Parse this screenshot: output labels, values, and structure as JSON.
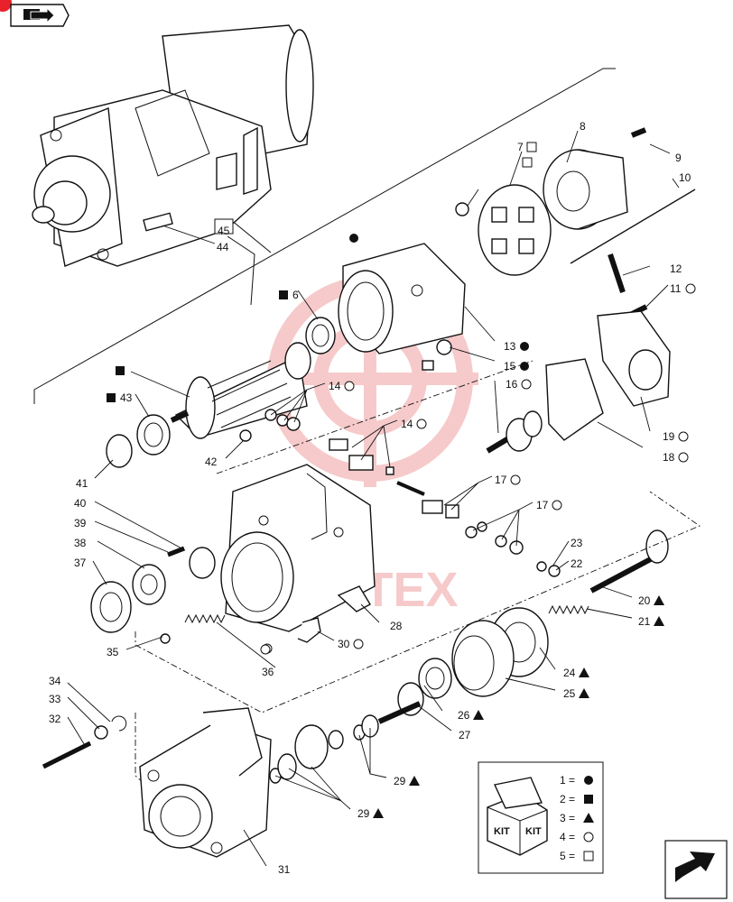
{
  "watermark": {
    "text": "VMHTEX",
    "color": "#e86a6a"
  },
  "colors": {
    "line": "#111111",
    "watermark": "#e86a6a",
    "nav_corner": "#e8212a"
  },
  "nav": {
    "back_icon": "book-arrow-icon",
    "next_icon": "next-arrow-icon"
  },
  "callouts": [
    {
      "n": "1",
      "label": "8",
      "sym": "none"
    },
    {
      "n": "2",
      "label": "7",
      "sym": "square"
    },
    {
      "n": "3",
      "label": "9",
      "sym": "none"
    },
    {
      "n": "4",
      "label": "10",
      "sym": "none"
    },
    {
      "n": "5",
      "label": "12",
      "sym": "none"
    },
    {
      "n": "6",
      "label": "11",
      "sym": "circle"
    },
    {
      "n": "7",
      "label": "6",
      "sym": "square"
    },
    {
      "n": "8",
      "label": "13",
      "sym": "dot"
    },
    {
      "n": "9",
      "label": "15",
      "sym": "dot"
    },
    {
      "n": "10",
      "label": "16",
      "sym": "circle"
    },
    {
      "n": "11",
      "label": "14",
      "sym": "circle"
    },
    {
      "n": "12",
      "label": "43",
      "sym": "square"
    },
    {
      "n": "13",
      "label": "14",
      "sym": "circle"
    },
    {
      "n": "14",
      "label": "42",
      "sym": "none"
    },
    {
      "n": "15",
      "label": "41",
      "sym": "none"
    },
    {
      "n": "16",
      "label": "17",
      "sym": "circle"
    },
    {
      "n": "17",
      "label": "17",
      "sym": "circle"
    },
    {
      "n": "18",
      "label": "19",
      "sym": "circle"
    },
    {
      "n": "19",
      "label": "18",
      "sym": "circle"
    },
    {
      "n": "20",
      "label": "40",
      "sym": "none"
    },
    {
      "n": "21",
      "label": "39",
      "sym": "none"
    },
    {
      "n": "22",
      "label": "38",
      "sym": "none"
    },
    {
      "n": "23",
      "label": "37",
      "sym": "none"
    },
    {
      "n": "24",
      "label": "23",
      "sym": "none"
    },
    {
      "n": "25",
      "label": "22",
      "sym": "none"
    },
    {
      "n": "26",
      "label": "20",
      "sym": "triangle"
    },
    {
      "n": "27",
      "label": "21",
      "sym": "triangle"
    },
    {
      "n": "28",
      "label": "28",
      "sym": "none"
    },
    {
      "n": "29",
      "label": "35",
      "sym": "none"
    },
    {
      "n": "30",
      "label": "30",
      "sym": "circle"
    },
    {
      "n": "31",
      "label": "36",
      "sym": "none"
    },
    {
      "n": "32",
      "label": "24",
      "sym": "triangle"
    },
    {
      "n": "33",
      "label": "25",
      "sym": "triangle"
    },
    {
      "n": "34",
      "label": "26",
      "sym": "triangle"
    },
    {
      "n": "35",
      "label": "27",
      "sym": "none"
    },
    {
      "n": "36",
      "label": "34",
      "sym": "none"
    },
    {
      "n": "37",
      "label": "33",
      "sym": "none"
    },
    {
      "n": "38",
      "label": "32",
      "sym": "none"
    },
    {
      "n": "39",
      "label": "29",
      "sym": "triangle"
    },
    {
      "n": "40",
      "label": "29",
      "sym": "triangle"
    },
    {
      "n": "41",
      "label": "31",
      "sym": "none"
    },
    {
      "n": "42",
      "label": "44",
      "sym": "none"
    },
    {
      "n": "43",
      "label": "45",
      "sym": "none"
    }
  ],
  "legend": {
    "box_label": "KIT",
    "rows": [
      {
        "text": "1 =",
        "sym": "dot"
      },
      {
        "text": "2 =",
        "sym": "square"
      },
      {
        "text": "3 =",
        "sym": "triangle"
      },
      {
        "text": "4 =",
        "sym": "circle"
      },
      {
        "text": "5 =",
        "sym": "square-open"
      }
    ]
  }
}
